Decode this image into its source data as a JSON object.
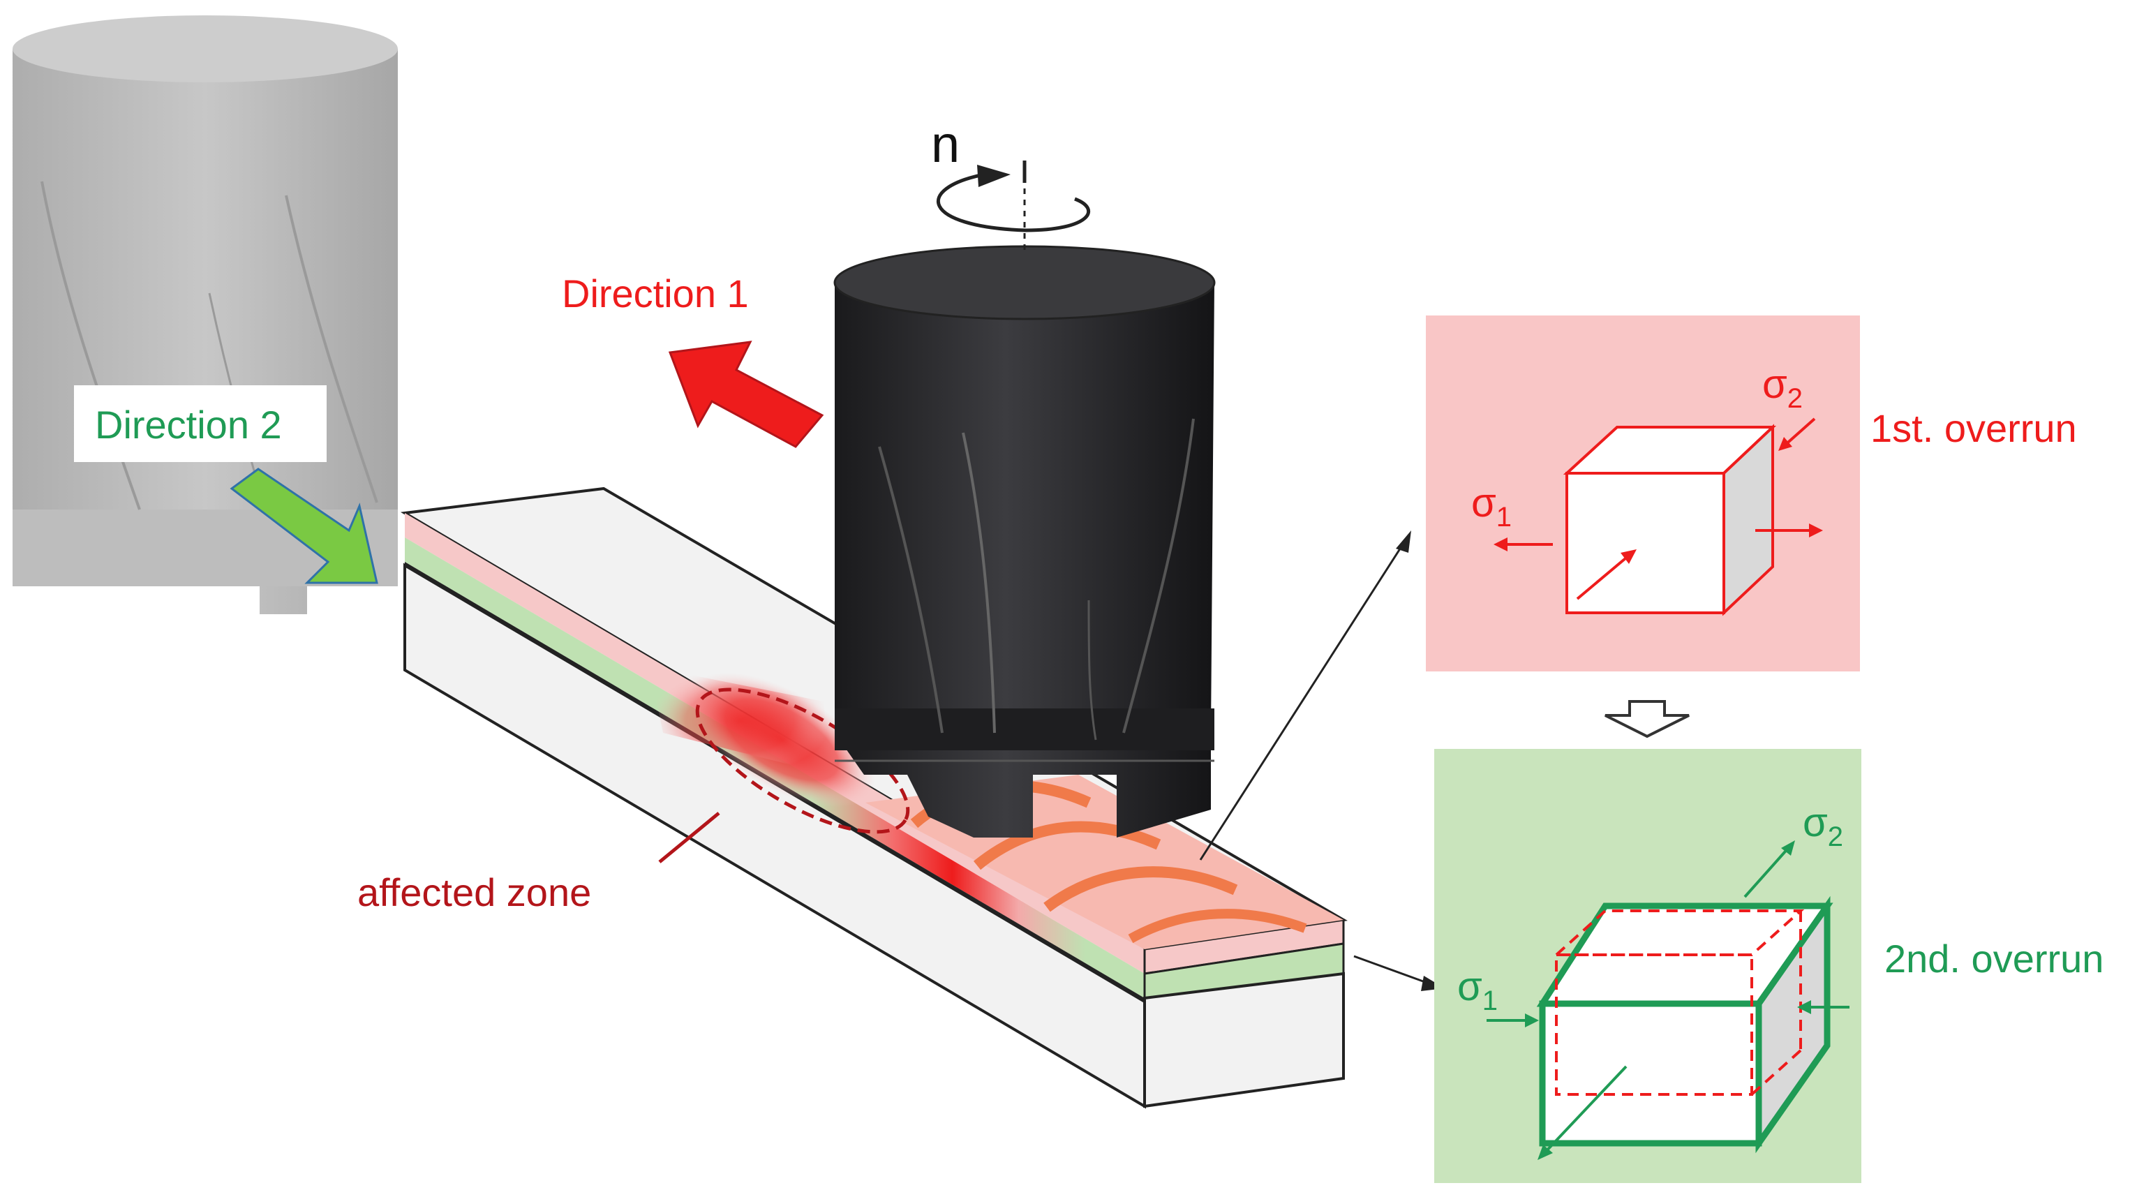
{
  "labels": {
    "rotation": "n",
    "direction_1": "Direction 1",
    "direction_2": "Direction 2",
    "affected_zone": "affected zone",
    "first_overrun": "1st. overrun",
    "second_overrun": "2nd. overrun",
    "sigma": "σ",
    "sub_1": "1",
    "sub_2": "2"
  },
  "colors": {
    "red": "#ee1c1c",
    "dark_red": "#b3151a",
    "green": "#1f9b55",
    "pink_panel": "#f9c6c6",
    "green_panel": "#c9e4bc",
    "tool": "#2a2a2c",
    "ghost_tool": "#b5b5b5",
    "arrow_green": "#7ac943"
  }
}
